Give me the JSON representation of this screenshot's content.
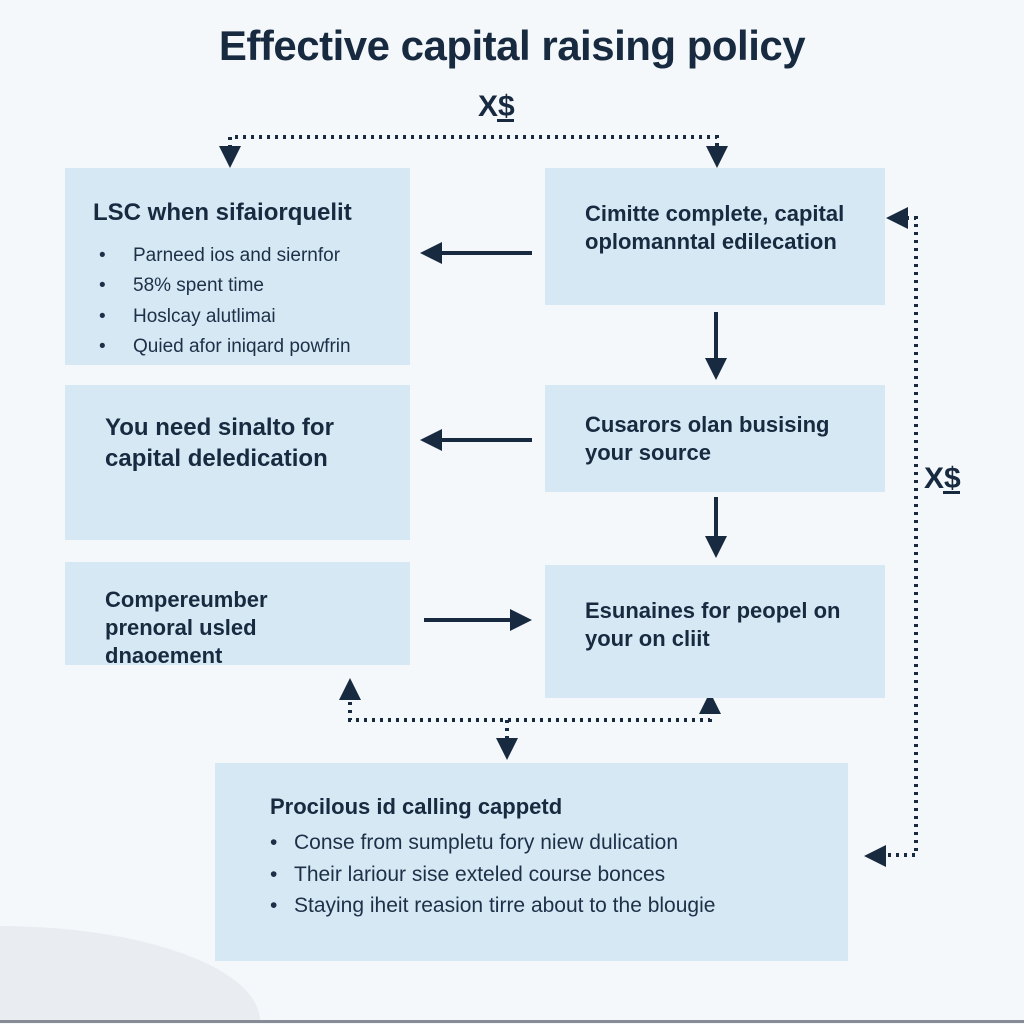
{
  "title": "Effective capital raising policy",
  "connector_labels": {
    "top": "X$",
    "right": "X$"
  },
  "colors": {
    "background": "#f5f8fb",
    "box_fill": "#d5e8f4",
    "ink": "#172a40",
    "corner_shade": "#e9edf2",
    "baseline": "#858c96"
  },
  "boxes": {
    "top_left": {
      "heading": "LSC when sifaiorquelit",
      "bullets": [
        "Parneed ios and siernfor",
        "58% spent time",
        "Hoslcay alutlimai",
        "Quied afor iniqard powfrin"
      ]
    },
    "top_right": {
      "heading": "Cimitte complete, capital oplomanntal edilecation"
    },
    "mid_left": {
      "heading": "You need sinalto for capital deledication"
    },
    "mid_right": {
      "heading": "Cusarors olan busising your source"
    },
    "low_left": {
      "heading": "Compereumber prenoral usled dnaoement"
    },
    "low_right": {
      "heading": "Esunaines for peopel on your on cliit"
    },
    "bottom": {
      "heading": "Procilous id calling cappetd",
      "bullets": [
        "Conse from sumpletu fory niew dulication",
        "Their lariour sise exteled course bonces",
        "Staying iheit reasion tirre about to the blougie"
      ]
    }
  }
}
